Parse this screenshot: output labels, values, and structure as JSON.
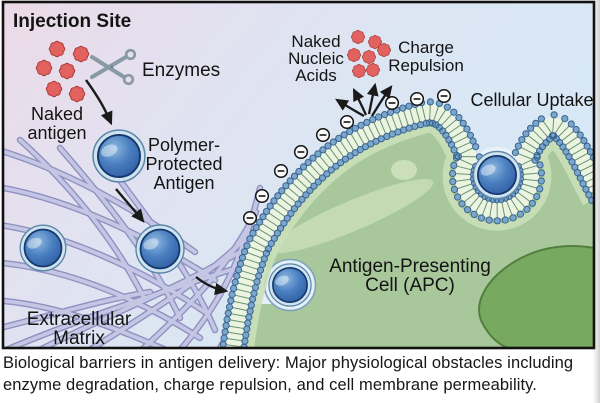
{
  "figure": {
    "labels": {
      "injection_site": "Injection Site",
      "enzymes": "Enzymes",
      "naked_antigen_l1": "Naked",
      "naked_antigen_l2": "antigen",
      "polymer_l1": "Polymer-",
      "polymer_l2": "Protected",
      "polymer_l3": "Antigen",
      "ecm_l1": "Extracellular",
      "ecm_l2": "Matrix",
      "nucleic_l1": "Naked",
      "nucleic_l2": "Nucleic",
      "nucleic_l3": "Acids",
      "charge_l1": "Charge",
      "charge_l2": "Repulsion",
      "cellular_uptake": "Cellular Uptake",
      "apc_l1": "Antigen-Presenting",
      "apc_l2": "Cell (APC)"
    },
    "icons": {
      "enzymes": "scissors-icon",
      "negative_charge": "minus-circle-icon",
      "naked_antigen_particle": "gear-particle-icon"
    },
    "colors": {
      "background_pink": "#ecdce8",
      "background_blue": "#d9e7f5",
      "cell_green": "#a8c89b",
      "nucleus_green": "#77aa60",
      "membrane_blue": "#7ba7cd",
      "sphere_blue": "#2f63a8",
      "antigen_red": "#e2625f",
      "fiber_lavender": "#b9bbdc",
      "arrow_black": "#1a1a1a"
    }
  },
  "caption": {
    "line1": "Biological barriers in antigen delivery: Major physiological obstacles including",
    "line2": "enzyme degradation, charge repulsion, and cell membrane permeability."
  }
}
